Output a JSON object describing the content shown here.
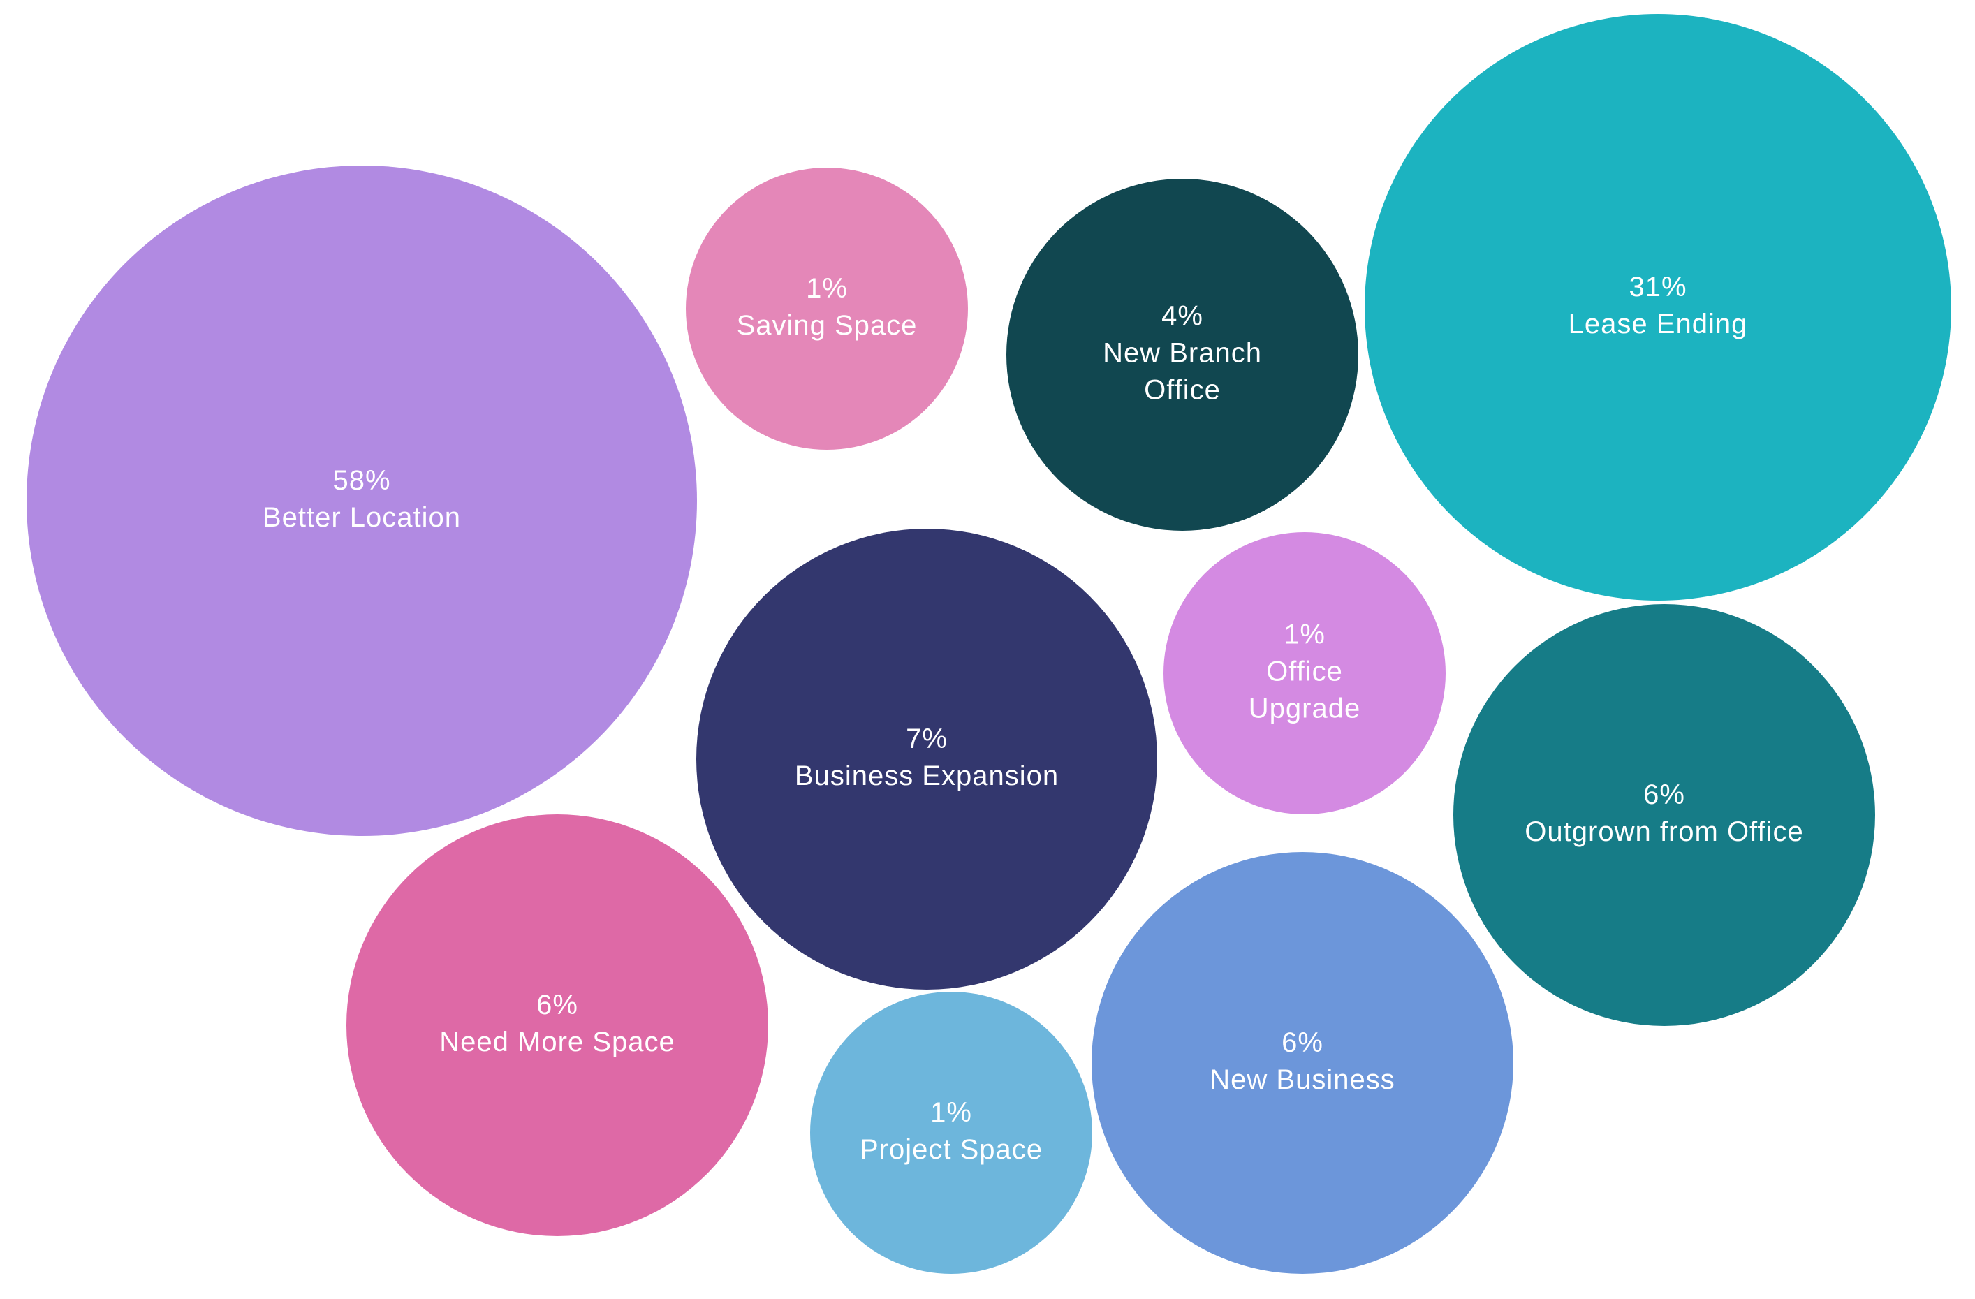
{
  "chart_data": {
    "type": "bubble",
    "title": "",
    "unit": "%",
    "bubbles": [
      {
        "label": "Better Location",
        "value": 58,
        "value_text": "58%",
        "label_lines": [
          "Better Location"
        ],
        "color": "#B18AE2"
      },
      {
        "label": "Lease Ending",
        "value": 31,
        "value_text": "31%",
        "label_lines": [
          "Lease Ending"
        ],
        "color": "#1CB3C0"
      },
      {
        "label": "Business Expansion",
        "value": 7,
        "value_text": "7%",
        "label_lines": [
          "Business Expansion"
        ],
        "color": "#33376E"
      },
      {
        "label": "Need More Space",
        "value": 6,
        "value_text": "6%",
        "label_lines": [
          "Need More Space"
        ],
        "color": "#DE69A6"
      },
      {
        "label": "New Business",
        "value": 6,
        "value_text": "6%",
        "label_lines": [
          "New Business"
        ],
        "color": "#6C96DA"
      },
      {
        "label": "Outgrown from Office",
        "value": 6,
        "value_text": "6%",
        "label_lines": [
          "Outgrown from Office"
        ],
        "color": "#167C87"
      },
      {
        "label": "New Branch Office",
        "value": 4,
        "value_text": "4%",
        "label_lines": [
          "New Branch",
          "Office"
        ],
        "color": "#114750"
      },
      {
        "label": "Saving Space",
        "value": 1,
        "value_text": "1%",
        "label_lines": [
          "Saving Space"
        ],
        "color": "#E487B8"
      },
      {
        "label": "Office Upgrade",
        "value": 1,
        "value_text": "1%",
        "label_lines": [
          "Office",
          "Upgrade"
        ],
        "color": "#D48AE2"
      },
      {
        "label": "Project Space",
        "value": 1,
        "value_text": "1%",
        "label_lines": [
          "Project Space"
        ],
        "color": "#6DB6DC"
      }
    ]
  }
}
